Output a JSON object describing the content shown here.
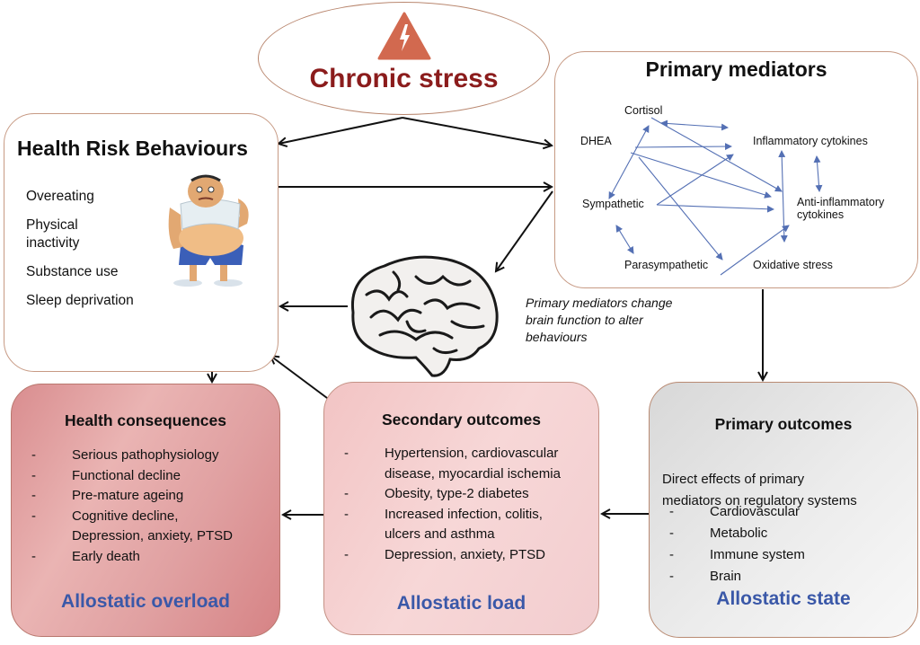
{
  "chronic_stress": {
    "title": "Chronic stress",
    "icon": "warning-lightning-icon",
    "icon_color": "#d2694f",
    "title_color": "#8b1c1c"
  },
  "health_risk_behaviours": {
    "title": "Health Risk Behaviours",
    "items": [
      "Overeating",
      "Physical inactivity",
      "Substance use",
      "Sleep deprivation"
    ],
    "items_display": [
      [
        "Overeating"
      ],
      [
        "Physical",
        "inactivity"
      ],
      [
        "Substance use"
      ],
      [
        "Sleep deprivation"
      ]
    ]
  },
  "primary_mediators": {
    "title": "Primary mediators",
    "nodes": {
      "cortisol": "Cortisol",
      "dhea": "DHEA",
      "inflammatory": "Inflammatory cytokines",
      "sympathetic": "Sympathetic",
      "anti_inflammatory_1": "Anti-inflammatory",
      "anti_inflammatory_2": "cytokines",
      "parasympathetic": "Parasympathetic",
      "oxidative": "Oxidative stress"
    },
    "arrow_color": "#5470b4"
  },
  "brain_caption": [
    "Primary mediators change",
    "brain function to alter",
    "behaviours"
  ],
  "health_consequences": {
    "title": "Health consequences",
    "items": [
      [
        "Serious pathophysiology"
      ],
      [
        "Functional decline"
      ],
      [
        "Pre-mature ageing"
      ],
      [
        "Cognitive decline,",
        "Depression, anxiety, PTSD"
      ],
      [
        "Early death"
      ]
    ],
    "footer": "Allostatic overload"
  },
  "secondary_outcomes": {
    "title": "Secondary outcomes",
    "items": [
      [
        "Hypertension, cardiovascular",
        "disease, myocardial ischemia"
      ],
      [
        "Obesity, type-2 diabetes"
      ],
      [
        "Increased infection, colitis,",
        "ulcers and asthma"
      ],
      [
        "Depression, anxiety, PTSD"
      ]
    ],
    "footer": "Allostatic load"
  },
  "primary_outcomes": {
    "title": "Primary outcomes",
    "description": [
      "Direct effects of primary",
      "mediators on regulatory systems"
    ],
    "items": [
      [
        "Cardiovascular"
      ],
      [
        "Metabolic"
      ],
      [
        "Immune system"
      ],
      [
        "Brain"
      ]
    ],
    "footer": "Allostatic state"
  },
  "bullet": "-",
  "footer_color": "#3a58a8"
}
